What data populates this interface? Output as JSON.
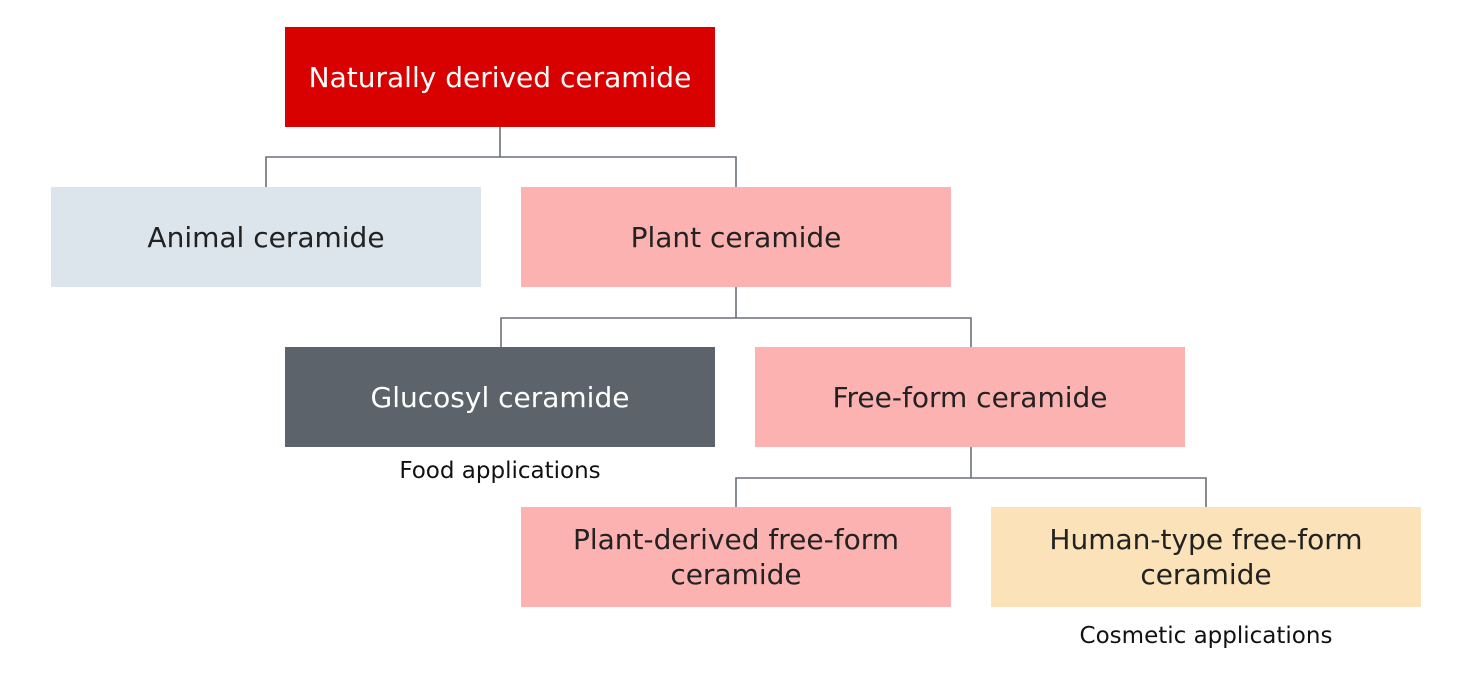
{
  "diagram": {
    "nodes": {
      "root": "Naturally derived ceramide",
      "animal": "Animal ceramide",
      "plant": "Plant ceramide",
      "glucosyl": "Glucosyl ceramide",
      "free_form": "Free-form ceramide",
      "plant_free_form": "Plant-derived free-form ceramide",
      "human_free_form": "Human-type free-form ceramide"
    },
    "notes": {
      "food": "Food applications",
      "cosmetic": "Cosmetic applications"
    },
    "colors": {
      "root": "#d90000",
      "animal": "#dde5ec",
      "plant": "#fdb2b2",
      "glucosyl": "#5c636b",
      "human_type": "#fbe2b8",
      "connector": "#6b7078"
    }
  }
}
